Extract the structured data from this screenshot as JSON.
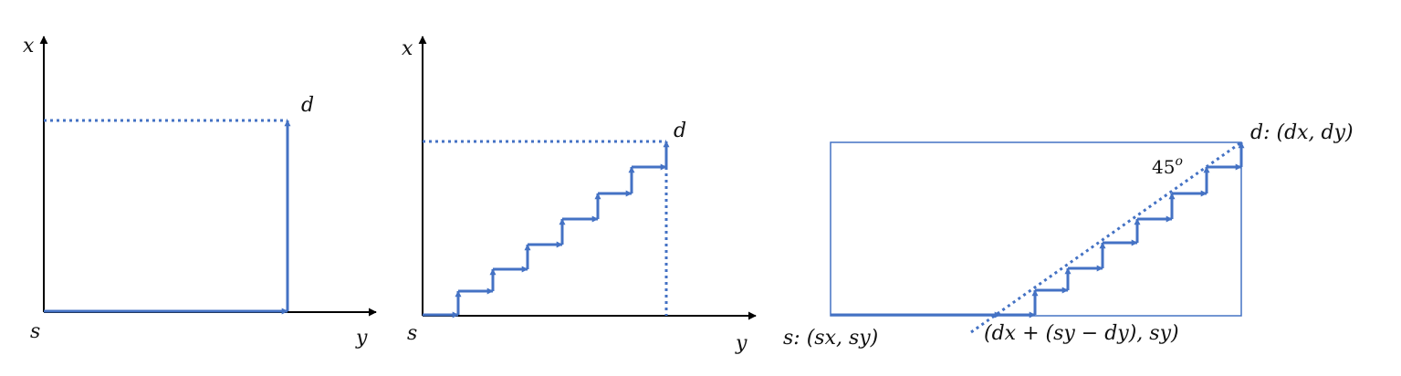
{
  "panel1": {
    "x_axis_label": "x",
    "y_axis_label": "y",
    "source_label": "s",
    "dest_label": "d"
  },
  "panel2": {
    "x_axis_label": "x",
    "y_axis_label": "y",
    "source_label": "s",
    "dest_label": "d"
  },
  "panel3": {
    "dest_label": "d: (dx, dy)",
    "source_label": "s: (sx, sy)",
    "turn_point_label": "(dx + (sy − dy), sy)",
    "angle_label": "45",
    "angle_superscript": "o"
  },
  "colors": {
    "path": "#4472C4",
    "axis": "#000000",
    "box": "#4472C4"
  }
}
